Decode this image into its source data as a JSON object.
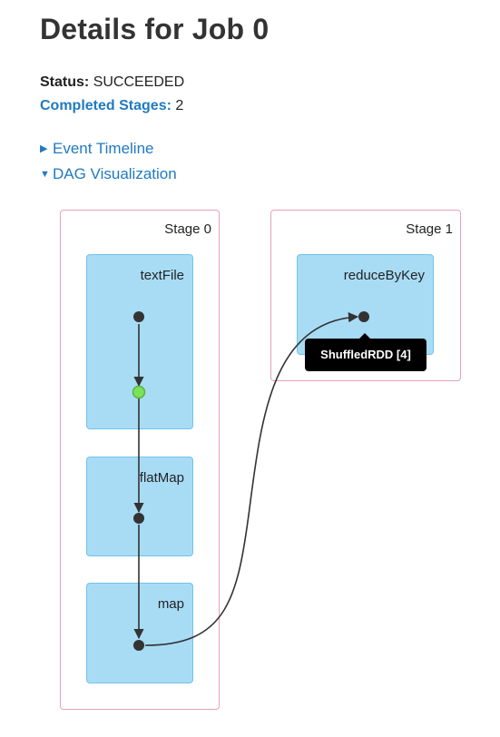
{
  "header": {
    "title": "Details for Job 0"
  },
  "summary": {
    "status_label": "Status:",
    "status_value": "SUCCEEDED",
    "completed_stages_label": "Completed Stages:",
    "completed_stages_value": "2"
  },
  "sections": {
    "event_timeline": {
      "label": "Event Timeline",
      "expanded": false
    },
    "dag_visualization": {
      "label": "DAG Visualization",
      "expanded": true
    }
  },
  "dag": {
    "stages": [
      {
        "label": "Stage 0",
        "operations": [
          {
            "label": "textFile"
          },
          {
            "label": "flatMap"
          },
          {
            "label": "map"
          }
        ]
      },
      {
        "label": "Stage 1",
        "operations": [
          {
            "label": "reduceByKey"
          }
        ]
      }
    ],
    "node_colors": {
      "default": "#333333",
      "cached": "#7be25a",
      "cached_stroke": "#58b43c"
    },
    "tooltip": "ShuffledRDD [4]"
  },
  "colors": {
    "link": "#1f7ac2",
    "stage_border": "#e7a1b4",
    "operation_fill": "#a8dcf5",
    "operation_border": "#71c3ea",
    "edge": "#333333"
  }
}
